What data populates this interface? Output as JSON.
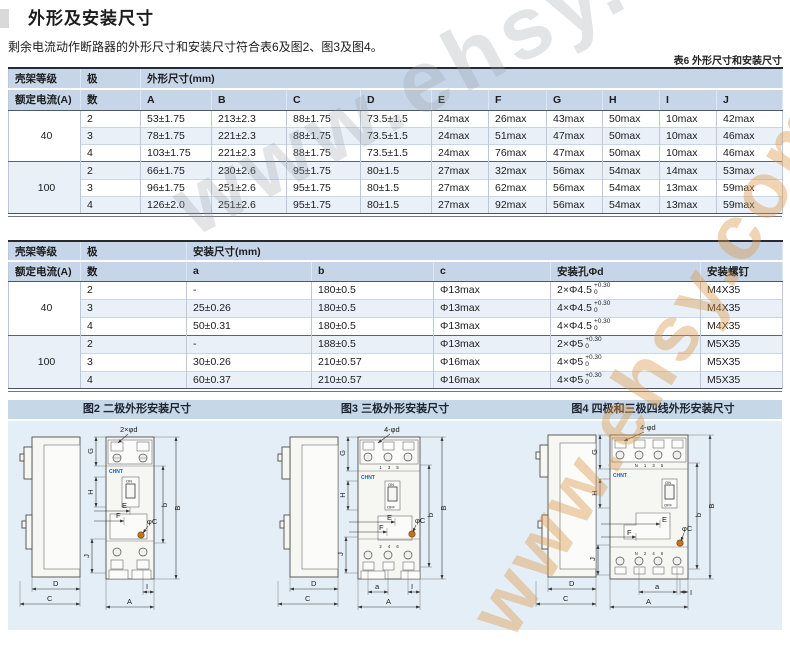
{
  "page": {
    "title": "外形及安装尺寸",
    "intro": "剩余电流动作断路器的外形尺寸和安装尺寸符合表6及图2、图3及图4。",
    "table6_caption": "表6 外形尺寸和安装尺寸"
  },
  "colors": {
    "header_blue": "#c6d6e8",
    "row_alt_blue": "#e9f0f8",
    "panel_blue": "#e4eef6",
    "brand_blue": "#1760b2",
    "hole_orange": "#c4731c"
  },
  "dim_table": {
    "header": {
      "frame_level": "壳架等级",
      "rated_current": "额定电流(A)",
      "pole": "极",
      "pole_count": "数",
      "group": "外形尺寸(mm)",
      "cols": [
        "A",
        "B",
        "C",
        "D",
        "E",
        "F",
        "G",
        "H",
        "I",
        "J"
      ]
    },
    "groups": [
      {
        "rating": "40",
        "rows": [
          {
            "poles": "2",
            "values": [
              "53±1.75",
              "213±2.3",
              "88±1.75",
              "73.5±1.5",
              "24max",
              "26max",
              "43max",
              "50max",
              "10max",
              "42max"
            ]
          },
          {
            "poles": "3",
            "values": [
              "78±1.75",
              "221±2.3",
              "88±1.75",
              "73.5±1.5",
              "24max",
              "51max",
              "47max",
              "50max",
              "10max",
              "46max"
            ]
          },
          {
            "poles": "4",
            "values": [
              "103±1.75",
              "221±2.3",
              "88±1.75",
              "73.5±1.5",
              "24max",
              "76max",
              "47max",
              "50max",
              "10max",
              "46max"
            ]
          }
        ]
      },
      {
        "rating": "100",
        "rows": [
          {
            "poles": "2",
            "values": [
              "66±1.75",
              "230±2.6",
              "95±1.75",
              "80±1.5",
              "27max",
              "32max",
              "56max",
              "54max",
              "14max",
              "53max"
            ]
          },
          {
            "poles": "3",
            "values": [
              "96±1.75",
              "251±2.6",
              "95±1.75",
              "80±1.5",
              "27max",
              "62max",
              "56max",
              "54max",
              "13max",
              "59max"
            ]
          },
          {
            "poles": "4",
            "values": [
              "126±2.0",
              "251±2.6",
              "95±1.75",
              "80±1.5",
              "27max",
              "92max",
              "56max",
              "54max",
              "13max",
              "59max"
            ]
          }
        ]
      }
    ]
  },
  "install_table": {
    "header": {
      "frame_level": "壳架等级",
      "rated_current": "额定电流(A)",
      "pole": "极",
      "pole_count": "数",
      "group": "安装尺寸(mm)",
      "cols": [
        "a",
        "b",
        "c",
        "安装孔Φd",
        "安装螺钉"
      ]
    },
    "groups": [
      {
        "rating": "40",
        "rows": [
          {
            "poles": "2",
            "a": "-",
            "b": "180±0.5",
            "c": "Φ13max",
            "d": {
              "v": "2×Φ4.5",
              "sup": "+0.30",
              "sub": "0"
            },
            "screw": "M4X35"
          },
          {
            "poles": "3",
            "a": "25±0.26",
            "b": "180±0.5",
            "c": "Φ13max",
            "d": {
              "v": "4×Φ4.5",
              "sup": "+0.30",
              "sub": "0"
            },
            "screw": "M4X35"
          },
          {
            "poles": "4",
            "a": "50±0.31",
            "b": "180±0.5",
            "c": "Φ13max",
            "d": {
              "v": "4×Φ4.5",
              "sup": "+0.30",
              "sub": "0"
            },
            "screw": "M4X35"
          }
        ]
      },
      {
        "rating": "100",
        "rows": [
          {
            "poles": "2",
            "a": "-",
            "b": "188±0.5",
            "c": "Φ13max",
            "d": {
              "v": "2×Φ5",
              "sup": "+0.30",
              "sub": "0"
            },
            "screw": "M5X35"
          },
          {
            "poles": "3",
            "a": "30±0.26",
            "b": "210±0.57",
            "c": "Φ16max",
            "d": {
              "v": "4×Φ5",
              "sup": "+0.30",
              "sub": "0"
            },
            "screw": "M5X35"
          },
          {
            "poles": "4",
            "a": "60±0.37",
            "b": "210±0.57",
            "c": "Φ16max",
            "d": {
              "v": "4×Φ5",
              "sup": "+0.30",
              "sub": "0"
            },
            "screw": "M5X35"
          }
        ]
      }
    ]
  },
  "figures": [
    {
      "caption": "图2 二极外形安装尺寸",
      "top_hole_label": "2×φd",
      "side_hole_label": "φC",
      "brand": "CHNT",
      "toggle_on": "ON",
      "dims": {
        "A": "A",
        "B": "B",
        "C": "C",
        "D": "D",
        "E": "E",
        "F": "F",
        "G": "G",
        "H": "H",
        "I": "I",
        "J": "J",
        "b": "b"
      }
    },
    {
      "caption": "图3 三极外形安装尺寸",
      "top_hole_label": "4-φd",
      "side_hole_label": "φC",
      "brand": "CHNT",
      "toggle_on": "ON",
      "toggle_off": "OFF",
      "terminals_top": "1 3 5",
      "terminals_bottom": "2 4 6",
      "dims": {
        "A": "A",
        "B": "B",
        "C": "C",
        "D": "D",
        "E": "E",
        "F": "F",
        "G": "G",
        "H": "H",
        "I": "I",
        "J": "J",
        "a": "a",
        "b": "b"
      }
    },
    {
      "caption": "图4 四极和三极四线外形安装尺寸",
      "top_hole_label": "4-φd",
      "side_hole_label": "φC",
      "brand": "CHNT",
      "toggle_on": "ON",
      "toggle_off": "OFF",
      "terminals_top": "N 1 3 5",
      "terminals_bottom": "N 2 4 6",
      "dims": {
        "A": "A",
        "B": "B",
        "C": "C",
        "D": "D",
        "E": "E",
        "F": "F",
        "G": "G",
        "H": "H",
        "I": "I",
        "J": "J",
        "a": "a",
        "b": "b"
      }
    }
  ],
  "watermark": {
    "text": "www.ehsy.com"
  }
}
